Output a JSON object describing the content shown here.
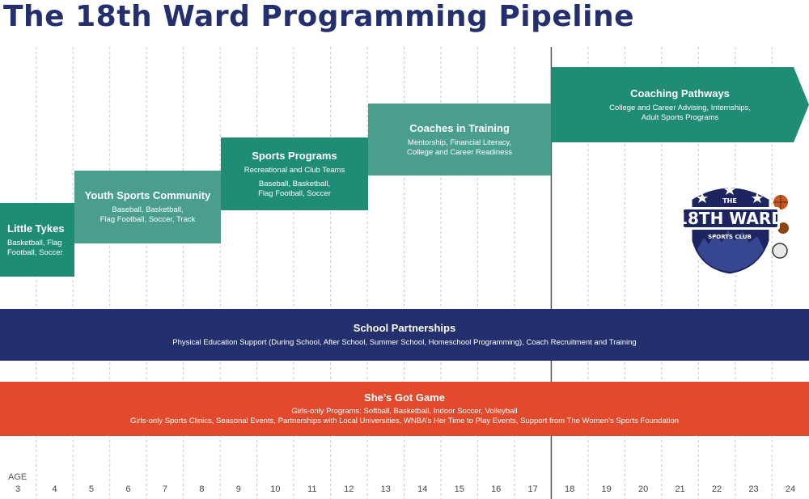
{
  "title": "The 18th Ward Programming Pipeline",
  "axis": {
    "label": "AGE",
    "ticks": [
      "3",
      "4",
      "5",
      "6",
      "7",
      "8",
      "9",
      "10",
      "11",
      "12",
      "13",
      "14",
      "15",
      "16",
      "17",
      "18",
      "19",
      "20",
      "21",
      "22",
      "23",
      "24"
    ]
  },
  "programs": {
    "little_tykes": {
      "title": "Little Tykes",
      "line1": "Basketball, Flag",
      "line2": "Football, Soccer"
    },
    "youth_sports": {
      "title": "Youth Sports Community",
      "line1": "Baseball, Basketball,",
      "line2": "Flag Football, Soccer, Track"
    },
    "sports_programs": {
      "title": "Sports Programs",
      "line1": "Recreational and Club Teams",
      "line2": "Baseball, Basketball,",
      "line3": "Flag Football, Soccer"
    },
    "coaches_in_training": {
      "title": "Coaches in Training",
      "line1": "Mentorship, Financial Literacy,",
      "line2": "College and Career Readiness"
    },
    "coaching_pathways": {
      "title": "Coaching Pathways",
      "line1": "College and Career Advising, Internships,",
      "line2": "Adult Sports Programs"
    },
    "school_partnerships": {
      "title": "School Partnerships",
      "line1": "Physical Education Support (During School, After School, Summer School, Homeschool Programming), Coach Recruitment and Training"
    },
    "shes_got_game": {
      "title": "She’s Got Game",
      "line1": "Girls-only Programs: Softball, Basketball, Indoor Soccer, Volleyball",
      "line2": "Girls-only Sports Clinics, Seasonal Events, Partnerships with Local Universities, WNBA’s Her Time to Play Events, Support from The Women’s Sports Foundation"
    }
  },
  "logo": {
    "top": "THE",
    "main": "18TH WARD",
    "sub": "SPORTS CLUB"
  },
  "colors": {
    "navy": "#24306e",
    "teal": "#1f8c76",
    "teal_light": "#4a9e8e",
    "orange": "#e34a2b"
  }
}
